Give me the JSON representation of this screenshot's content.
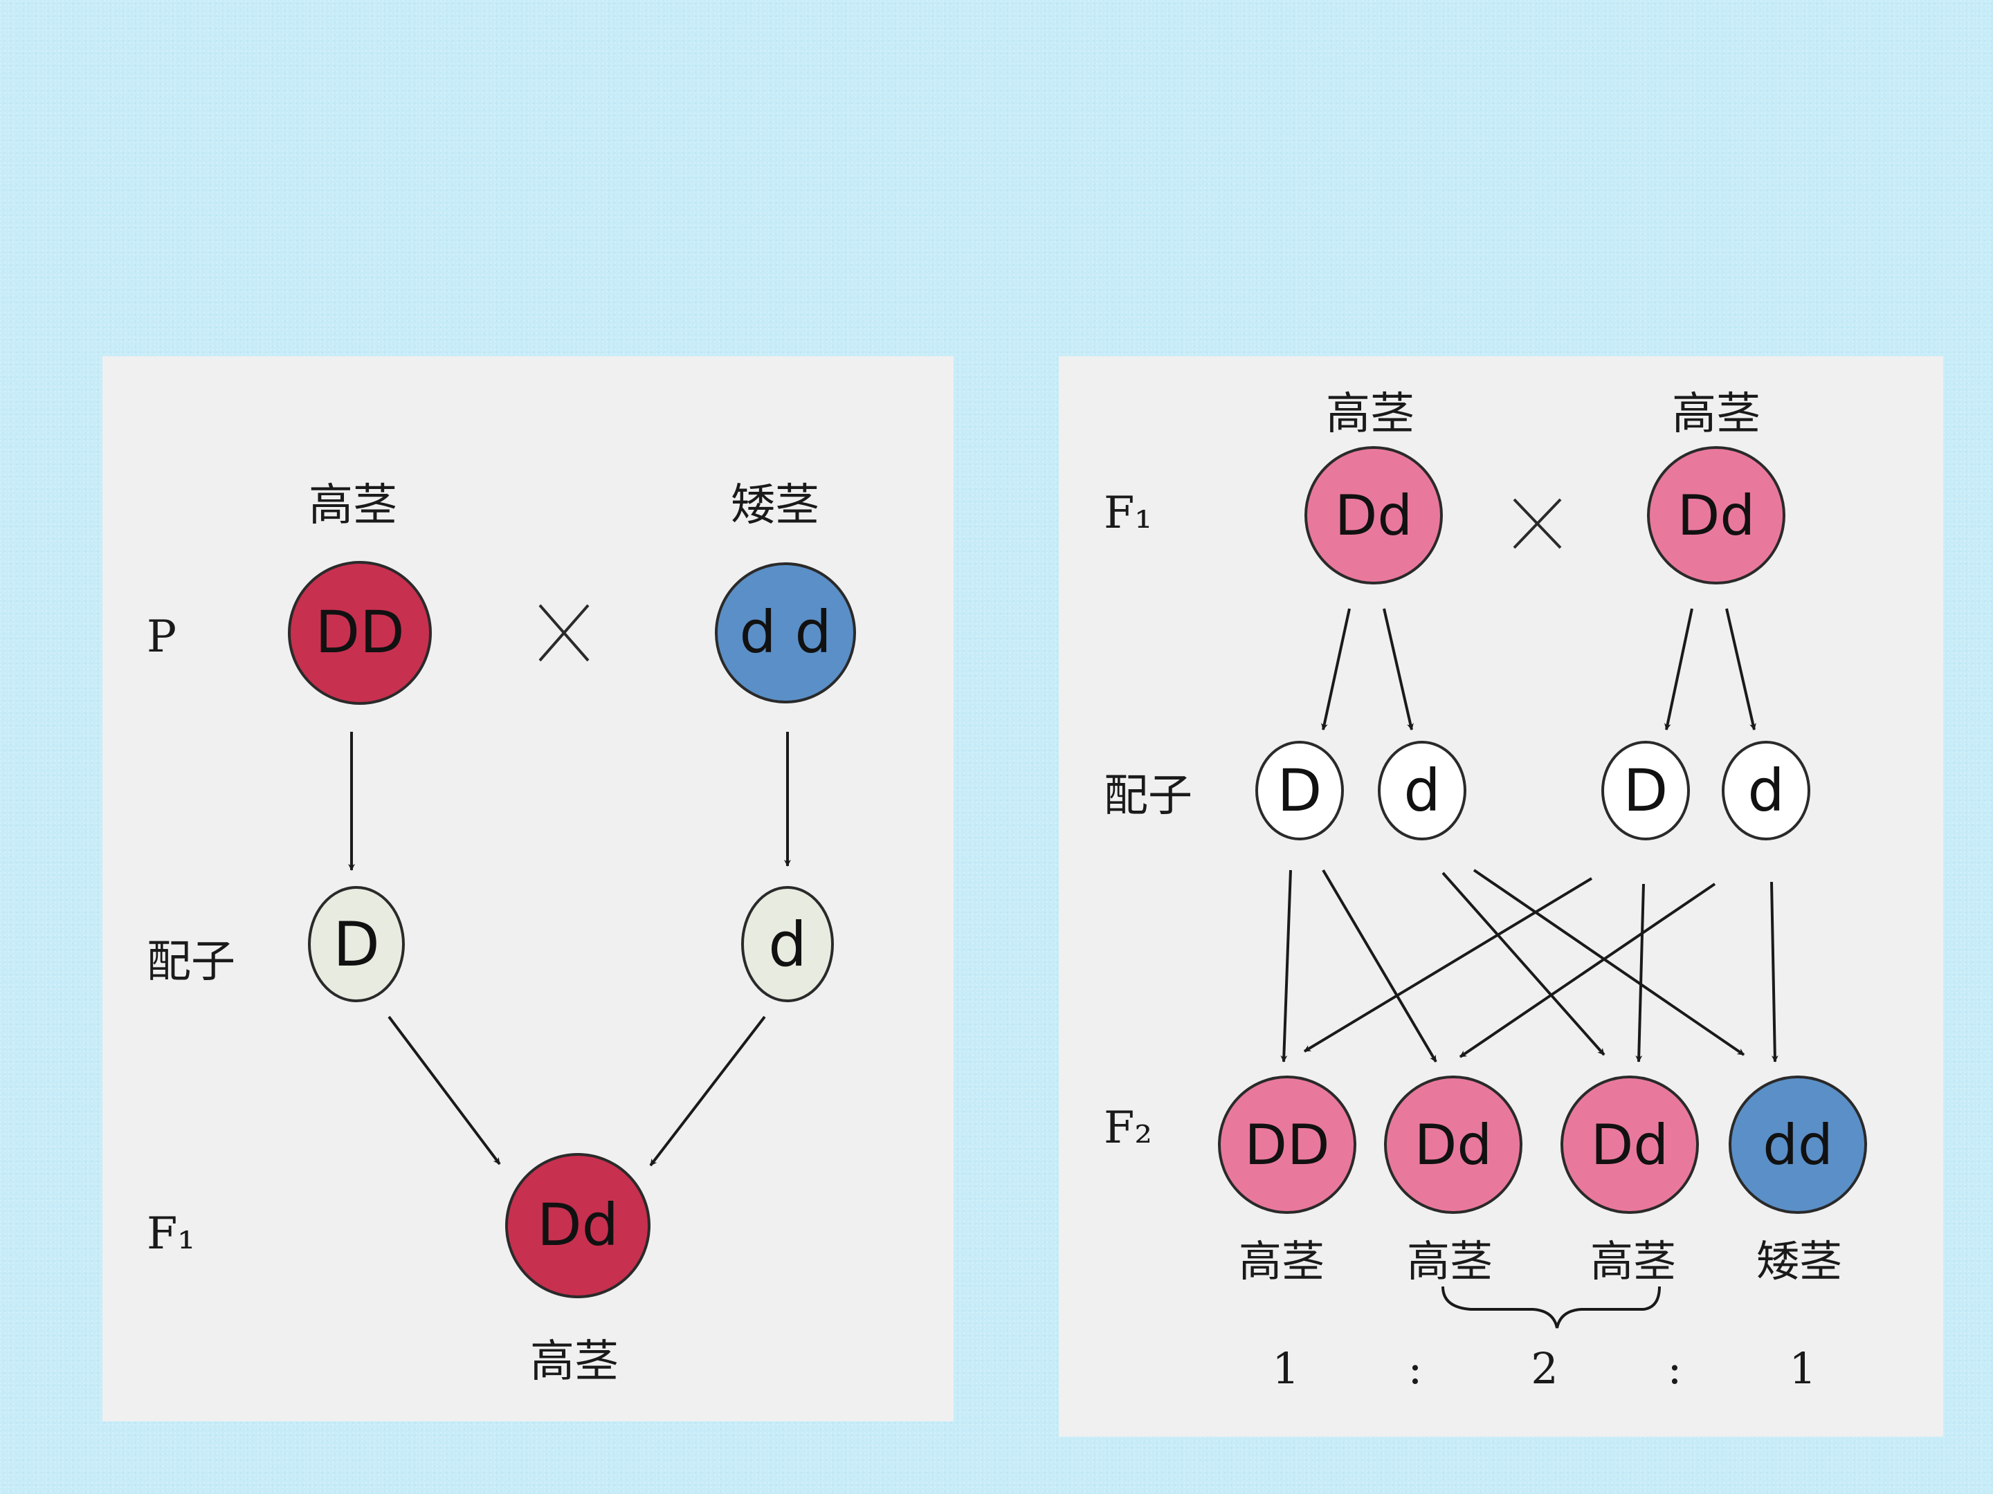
{
  "left_panel": {
    "generation_labels": {
      "parent": "P",
      "gamete": "配子",
      "f1": "F₁"
    },
    "cross_symbol": "×",
    "parent_left": {
      "phenotype": "高茎",
      "genotype": "DD",
      "color": "#c8304f"
    },
    "parent_right": {
      "phenotype": "矮茎",
      "genotype": "d d",
      "color": "#5b8fc7"
    },
    "gamete_left": {
      "allele": "D",
      "color": "#e8ece0"
    },
    "gamete_right": {
      "allele": "d",
      "color": "#e8ece0"
    },
    "offspring": {
      "phenotype": "高茎",
      "genotype": "Dd",
      "color": "#c8304f"
    }
  },
  "right_panel": {
    "generation_labels": {
      "f1": "F₁",
      "gamete": "配子",
      "f2": "F₂"
    },
    "cross_symbol": "×",
    "parent_left": {
      "phenotype": "高茎",
      "genotype": "Dd",
      "color": "#e9799c"
    },
    "parent_right": {
      "phenotype": "高茎",
      "genotype": "Dd",
      "color": "#e9799c"
    },
    "gametes": [
      {
        "allele": "D",
        "color": "#ffffff"
      },
      {
        "allele": "d",
        "color": "#ffffff"
      },
      {
        "allele": "D",
        "color": "#ffffff"
      },
      {
        "allele": "d",
        "color": "#ffffff"
      }
    ],
    "offspring": [
      {
        "genotype": "DD",
        "phenotype": "高茎",
        "color": "#e9799c"
      },
      {
        "genotype": "Dd",
        "phenotype": "高茎",
        "color": "#e9799c"
      },
      {
        "genotype": "Dd",
        "phenotype": "高茎",
        "color": "#e9799c"
      },
      {
        "genotype": "dd",
        "phenotype": "矮茎",
        "color": "#5b8fc7"
      }
    ],
    "ratio": [
      "1",
      ":",
      "2",
      ":",
      "1"
    ]
  }
}
